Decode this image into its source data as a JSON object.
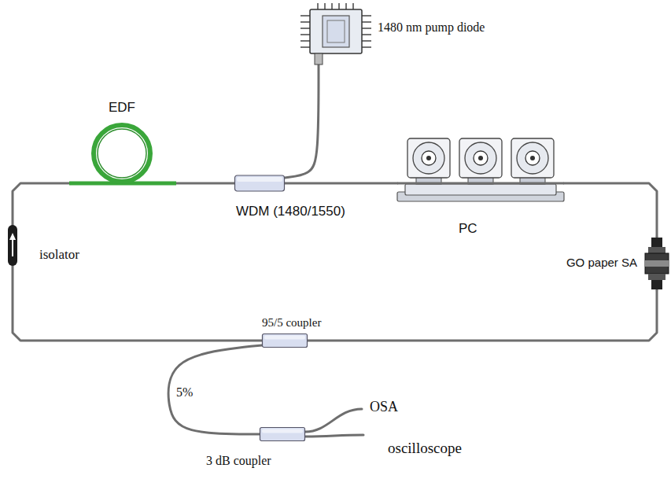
{
  "diagram": {
    "nodes": [
      {
        "text": [
          "1480 nm pump diode"
        ]
      },
      {
        "text": [
          "EDF"
        ]
      },
      {
        "text": [
          "WDM (1480/1550)"
        ]
      },
      {
        "text": [
          "PC"
        ]
      },
      {
        "text": [
          "isolator"
        ]
      },
      {
        "text": [
          "GO paper SA"
        ]
      },
      {
        "text": [
          "95/5 coupler"
        ]
      },
      {
        "text": [
          "3 dB coupler"
        ]
      }
    ],
    "edges": [
      {
        "from": 0,
        "to": 2,
        "arrow": "none"
      },
      {
        "from": 1,
        "to": 2,
        "arrow": "none"
      },
      {
        "from": 2,
        "to": 3,
        "arrow": "none"
      },
      {
        "from": 3,
        "to": 5,
        "arrow": "none"
      },
      {
        "from": 5,
        "to": 6,
        "arrow": "none"
      },
      {
        "from": 6,
        "to": 4,
        "arrow": "none"
      },
      {
        "from": 4,
        "to": 1,
        "arrow": "none"
      },
      {
        "from": 6,
        "to": 7,
        "label": "5%",
        "arrow": "none"
      }
    ],
    "labels": [
      "OSA",
      "oscilloscope"
    ]
  }
}
